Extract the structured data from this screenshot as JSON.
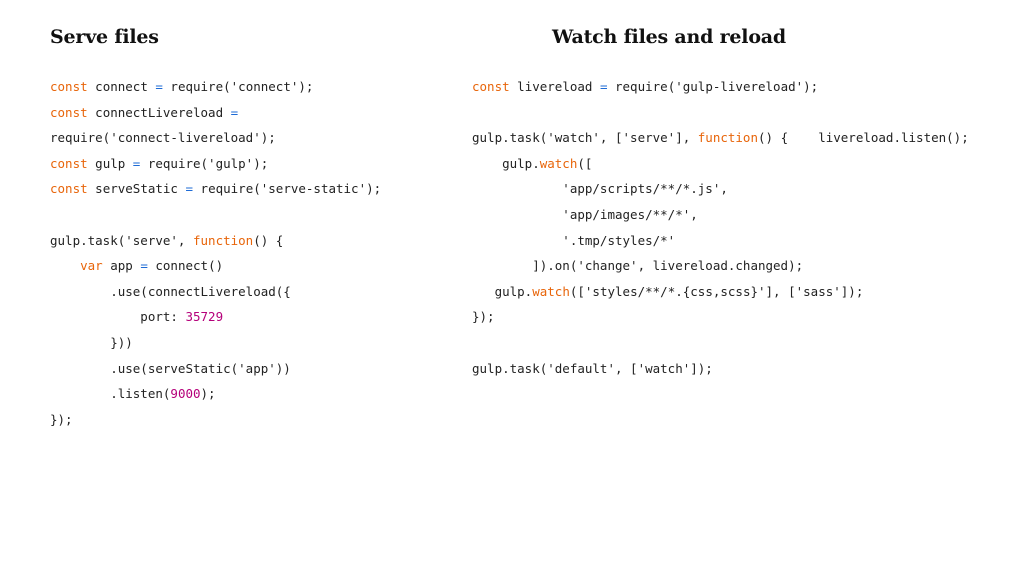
{
  "headings": {
    "left": "Serve files",
    "right": "Watch files and reload"
  },
  "colors": {
    "keyword": "#e8650a",
    "function": "#e8650a",
    "number": "#b5007a",
    "operator": "#1e6bd6",
    "text": "#222222"
  },
  "code_left": [
    [
      [
        "kw",
        "const"
      ],
      [
        "plain",
        " connect "
      ],
      [
        "op",
        "="
      ],
      [
        "plain",
        " require('connect');"
      ]
    ],
    [
      [
        "kw",
        "const"
      ],
      [
        "plain",
        " connectLivereload "
      ],
      [
        "op",
        "="
      ]
    ],
    [
      [
        "plain",
        "require('connect-livereload');"
      ]
    ],
    [
      [
        "kw",
        "const"
      ],
      [
        "plain",
        " gulp "
      ],
      [
        "op",
        "="
      ],
      [
        "plain",
        " require('gulp');"
      ]
    ],
    [
      [
        "kw",
        "const"
      ],
      [
        "plain",
        " serveStatic "
      ],
      [
        "op",
        "="
      ],
      [
        "plain",
        " require('serve-static');"
      ]
    ],
    [],
    [
      [
        "plain",
        "gulp.task('serve', "
      ],
      [
        "fn",
        "function"
      ],
      [
        "plain",
        "() {"
      ]
    ],
    [
      [
        "plain",
        "    "
      ],
      [
        "kw",
        "var"
      ],
      [
        "plain",
        " app "
      ],
      [
        "op",
        "="
      ],
      [
        "plain",
        " connect()"
      ]
    ],
    [
      [
        "plain",
        "        .use(connectLivereload({"
      ]
    ],
    [
      [
        "plain",
        "            port: "
      ],
      [
        "num",
        "35729"
      ]
    ],
    [
      [
        "plain",
        "        }))"
      ]
    ],
    [
      [
        "plain",
        "        .use(serveStatic('app'))"
      ]
    ],
    [
      [
        "plain",
        "        .listen("
      ],
      [
        "num",
        "9000"
      ],
      [
        "plain",
        ");"
      ]
    ],
    [
      [
        "plain",
        "});"
      ]
    ]
  ],
  "code_right": [
    [
      [
        "kw",
        "const"
      ],
      [
        "plain",
        " livereload "
      ],
      [
        "op",
        "="
      ],
      [
        "plain",
        " require('gulp-livereload');"
      ]
    ],
    [],
    [
      [
        "plain",
        "gulp.task('watch', ['serve'], "
      ],
      [
        "fn",
        "function"
      ],
      [
        "plain",
        "() {    livereload.listen();"
      ]
    ],
    [
      [
        "plain",
        "    gulp."
      ],
      [
        "fn",
        "watch"
      ],
      [
        "plain",
        "(["
      ]
    ],
    [
      [
        "plain",
        "            'app/scripts/**/*.js',"
      ]
    ],
    [
      [
        "plain",
        "            'app/images/**/*',"
      ]
    ],
    [
      [
        "plain",
        "            '.tmp/styles/*'"
      ]
    ],
    [
      [
        "plain",
        "        ]).on('change', livereload.changed);"
      ]
    ],
    [
      [
        "plain",
        "   gulp."
      ],
      [
        "fn",
        "watch"
      ],
      [
        "plain",
        "(['styles/**/*.{css,scss}'], ['sass']);"
      ]
    ],
    [
      [
        "plain",
        "});"
      ]
    ],
    [],
    [
      [
        "plain",
        "gulp.task('default', ['watch']);"
      ]
    ]
  ]
}
